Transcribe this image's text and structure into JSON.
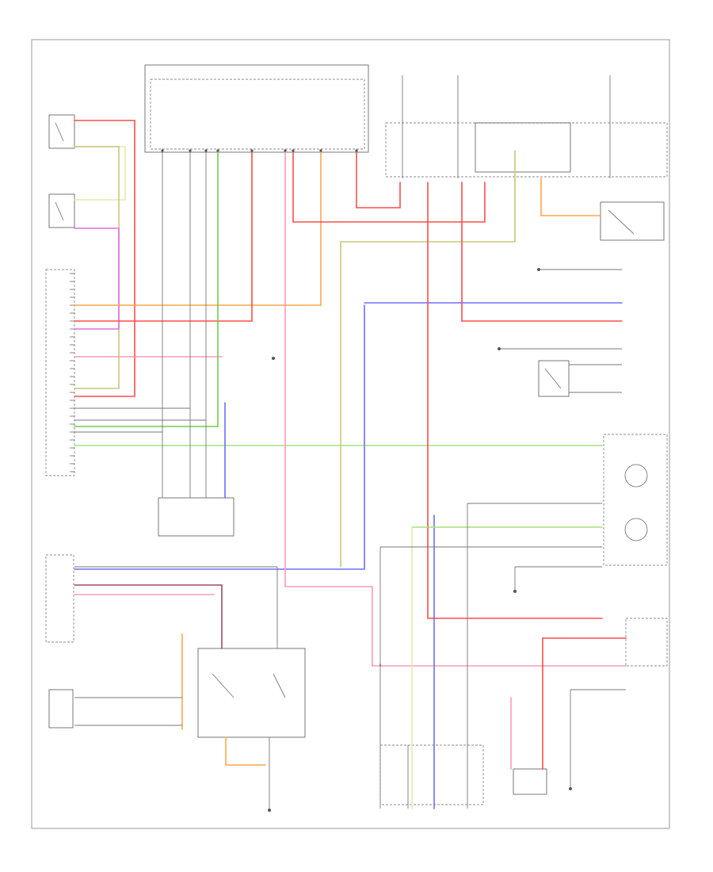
{
  "diagram": {
    "code": "",
    "wire_colors": {
      "red": "#ff4d4d",
      "dark_red": "#c0392b",
      "pink": "#ff9bb5",
      "orange": "#ffa64d",
      "yellow": "#e8e8b0",
      "green": "#6fcf4a",
      "light_green": "#a6e07a",
      "blue": "#6e6ef5",
      "violet": "#e46be4",
      "olive": "#c8c87a",
      "gray": "#777777",
      "maroon": "#9b4d66"
    },
    "legend": [
      "",
      "",
      "",
      "",
      ""
    ],
    "components": [
      {
        "id": "hvac-control-unit",
        "label": ""
      },
      {
        "id": "fuse-block",
        "label": ""
      },
      {
        "id": "temperature-sensor-right",
        "label": ""
      },
      {
        "id": "ambient-sensor",
        "label": ""
      },
      {
        "id": "interior-sensor",
        "label": ""
      },
      {
        "id": "climate-control-unit",
        "label": ""
      },
      {
        "id": "blower-motor",
        "label": ""
      },
      {
        "id": "refrigerant-pressure-switch",
        "label": ""
      },
      {
        "id": "mode-door-actuator",
        "label": ""
      },
      {
        "id": "compressor-relay",
        "label": ""
      },
      {
        "id": "aspirator",
        "label": ""
      },
      {
        "id": "blend-door-actuator",
        "label": ""
      },
      {
        "id": "recirc-door-actuator",
        "label": ""
      },
      {
        "id": "ground-points",
        "label": ""
      }
    ]
  }
}
